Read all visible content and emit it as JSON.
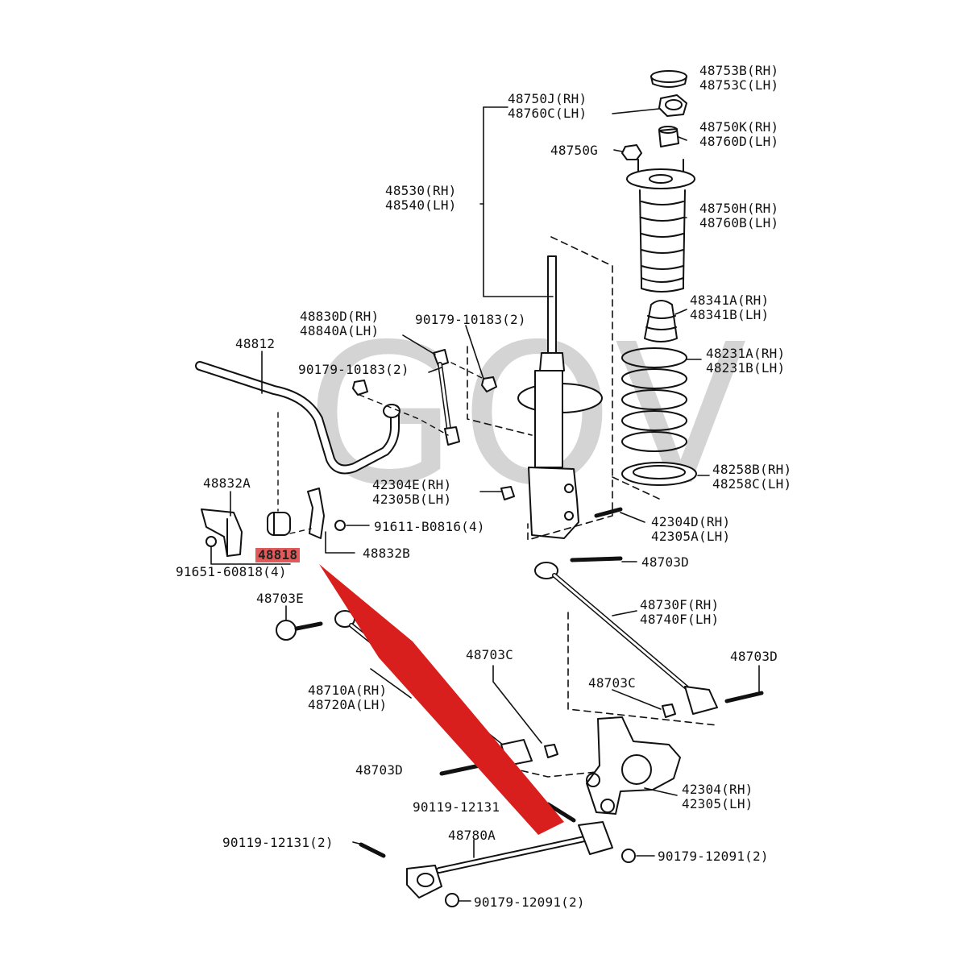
{
  "watermark": "GOV",
  "highlight_color": "#e05a5a",
  "arrow_color": "#d91e1e",
  "labels": {
    "p48753": "48753B(RH)\n48753C(LH)",
    "p48750J": "48750J(RH)\n48760C(LH)",
    "p48750K": "48750K(RH)\n48760D(LH)",
    "p48750G": "48750G",
    "p48530": "48530(RH)\n48540(LH)",
    "p48750H": "48750H(RH)\n48760B(LH)",
    "p48341": "48341A(RH)\n48341B(LH)",
    "p48830": "48830D(RH)\n48840A(LH)",
    "p90179_10183a": "90179-10183(2)",
    "p48812": "48812",
    "p90179_10183b": "90179-10183(2)",
    "p48231": "48231A(RH)\n48231B(LH)",
    "p48258": "48258B(RH)\n48258C(LH)",
    "p48832A": "48832A",
    "p42304E": "42304E(RH)\n42305B(LH)",
    "p91611": "91611-B0816(4)",
    "p42304D": "42304D(RH)\n42305A(LH)",
    "p48818": "48818",
    "p48832B": "48832B",
    "p91651": "91651-60818(4)",
    "p48703D_a": "48703D",
    "p48703E": "48703E",
    "p48730F": "48730F(RH)\n48740F(LH)",
    "p48703C_a": "48703C",
    "p48703D_b": "48703D",
    "p48710A": "48710A(RH)\n48720A(LH)",
    "p48703C_b": "48703C",
    "p48703D_c": "48703D",
    "p42304": "42304(RH)\n42305(LH)",
    "p90119_a": "90119-12131",
    "p48780A": "48780A",
    "p90119_b": "90119-12131(2)",
    "p90179_12091a": "90179-12091(2)",
    "p90179_12091b": "90179-12091(2)"
  }
}
